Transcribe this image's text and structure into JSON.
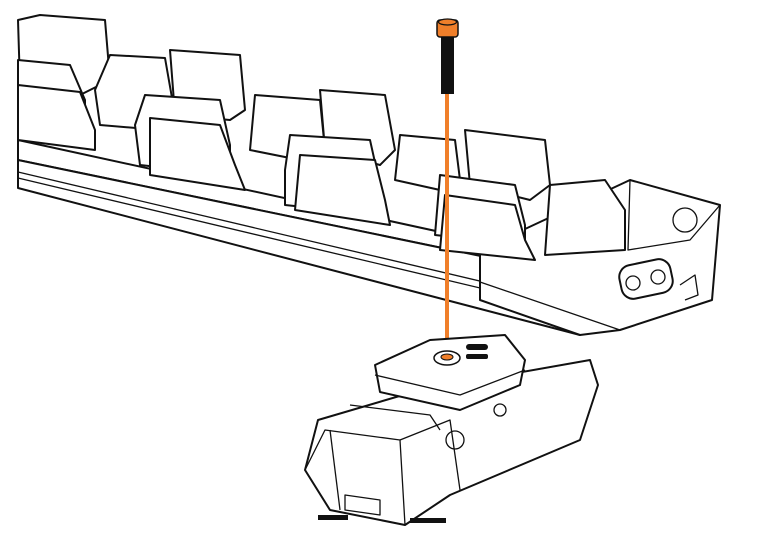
{
  "diagram": {
    "colors": {
      "screw_head": "#f07f2a",
      "guide_line": "#f07f2a",
      "screw_thread": "#111111",
      "line_art": "#111111",
      "background": "#ffffff"
    },
    "parts": [
      "keyboard-case",
      "screw",
      "mount-module"
    ]
  }
}
